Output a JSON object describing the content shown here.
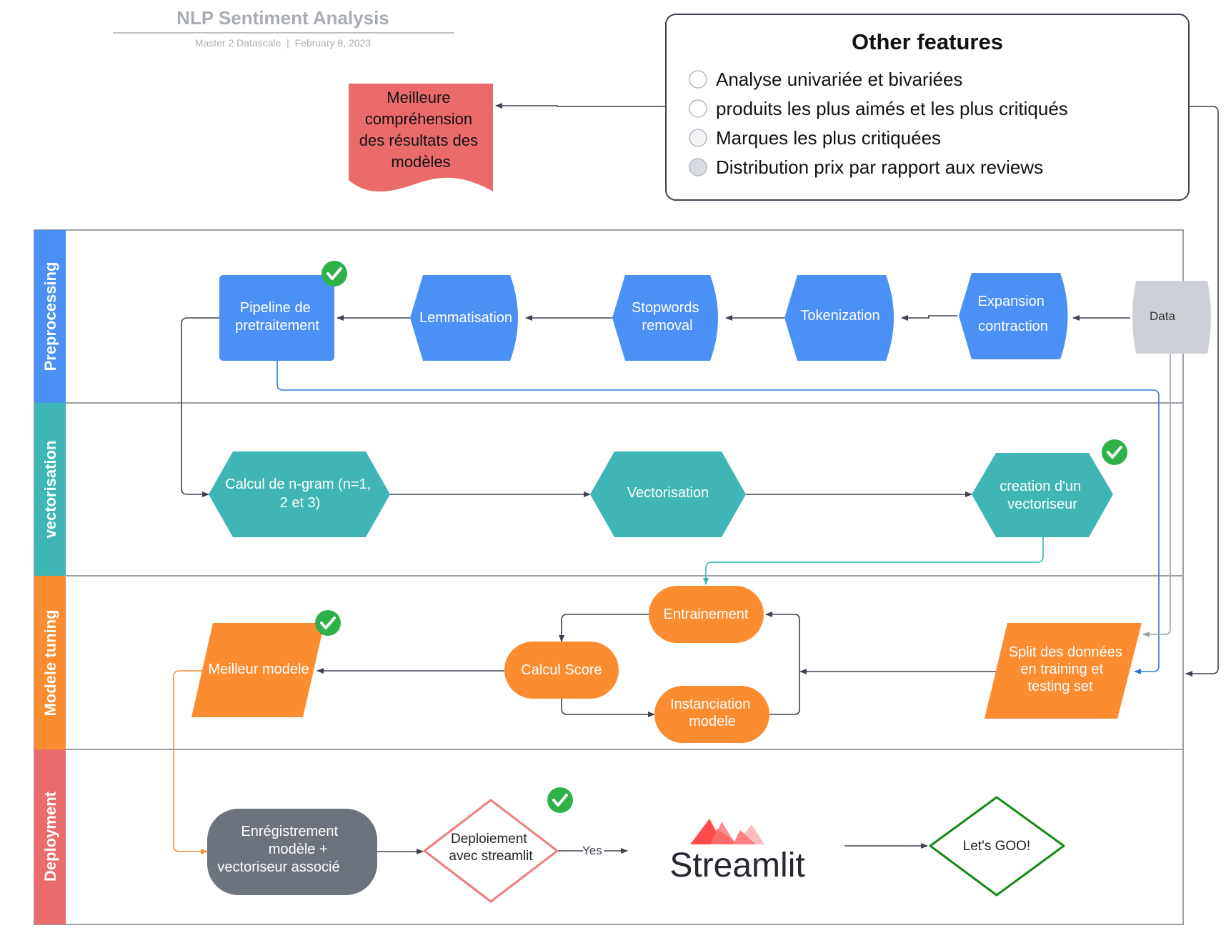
{
  "header": {
    "title": "NLP Sentiment Analysis",
    "subtitle": "Master 2 Datascale  |  February 8, 2023"
  },
  "other_features": {
    "title": "Other features",
    "items": [
      "Analyse univariée et bivariées",
      "produits les plus aimés et les plus critiqués",
      "Marques les plus critiquées",
      "Distribution prix par rapport aux reviews"
    ]
  },
  "insight_doc": {
    "lines": [
      "Meilleure",
      "compréhension",
      "des résultats des",
      "modèles"
    ],
    "color": "#eb6b6b"
  },
  "lanes": [
    {
      "label": "Preprocessing",
      "color": "#4a90f5"
    },
    {
      "label": "vectorisation",
      "color": "#3fb6b5"
    },
    {
      "label": "Modele tuning",
      "color": "#fb8c2f"
    },
    {
      "label": "Deployment",
      "color": "#e96b6b"
    }
  ],
  "nodes": {
    "data": "Data",
    "expansion": [
      "Expansion",
      "contraction"
    ],
    "tokenization": "Tokenization",
    "stopwords": [
      "Stopwords",
      "removal"
    ],
    "lemmatisation": "Lemmatisation",
    "pipeline": [
      "Pipeline de",
      "pretraitement"
    ],
    "ngram": [
      "Calcul de n-gram (n=1,",
      "2 et 3)"
    ],
    "vectorisation": "Vectorisation",
    "vectoriseur": [
      "creation d'un",
      "vectoriseur"
    ],
    "entrainement": "Entrainement",
    "calcul_score": "Calcul Score",
    "instanciation": [
      "Instanciation",
      "modele"
    ],
    "split": [
      "Split des données",
      "en training et",
      "testing set"
    ],
    "meilleur": "Meilleur modele",
    "enregistrement": [
      "Enrégistrement",
      "modèle +",
      "vectoriseur associé"
    ],
    "deploiement": [
      "Deploiement",
      "avec streamlit"
    ],
    "yes_label": "Yes",
    "streamlit_logo": "Streamlit",
    "lets_goo": "Let's GOO!"
  },
  "colors": {
    "blue": "#4a90f5",
    "teal": "#3fb6b5",
    "orange": "#fb8c2f",
    "gray_node": "#6d737d",
    "data_gray": "#cdd1d7",
    "check_green": "#2fb14a",
    "diamond_red": "#f07d7d",
    "diamond_green": "#138a13",
    "streamlit_red": "#ff4b4b"
  },
  "icons": [
    "check-icon",
    "radio-circle-icon",
    "streamlit-crown-icon"
  ]
}
